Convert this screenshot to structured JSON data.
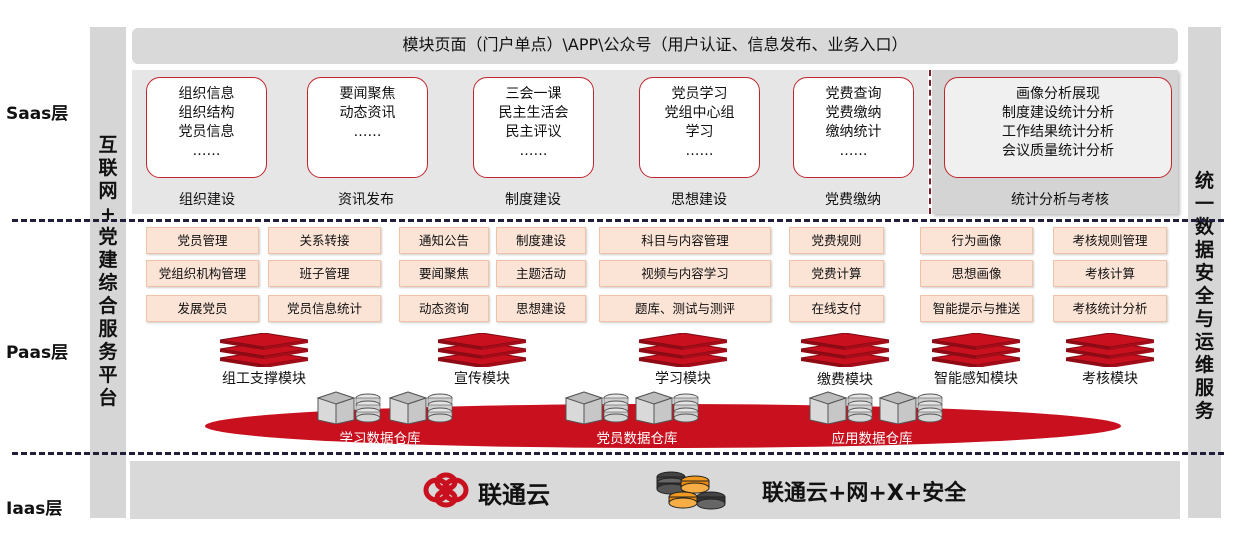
{
  "layers": {
    "saas": "Saas层",
    "paas": "Paas层",
    "iaas": "Iaas层"
  },
  "left_platform": [
    "互",
    "联",
    "网",
    "+",
    "党",
    "建",
    "综",
    "合",
    "服",
    "务",
    "平",
    "台"
  ],
  "right_platform": [
    "统",
    "一",
    "数",
    "据",
    "安",
    "全",
    "与",
    "运",
    "维",
    "服",
    "务"
  ],
  "portal": "模块页面（门户单点）\\APP\\公众号（用户认证、信息发布、业务入口）",
  "saas_groups": [
    {
      "items": [
        "组织信息",
        "组织结构",
        "党员信息",
        "……"
      ],
      "caption": "组织建设"
    },
    {
      "items": [
        "要闻聚焦",
        "动态资讯",
        "……"
      ],
      "caption": "资讯发布"
    },
    {
      "items": [
        "三会一课",
        "民主生活会",
        "民主评议",
        "……"
      ],
      "caption": "制度建设"
    },
    {
      "items": [
        "党员学习",
        "党组中心组",
        "学习",
        "……"
      ],
      "caption": "思想建设"
    },
    {
      "items": [
        "党费查询",
        "党费缴纳",
        "缴纳统计",
        "……"
      ],
      "caption": "党费缴纳"
    }
  ],
  "stats_group": {
    "items": [
      "画像分析展现",
      "制度建设统计分析",
      "工作结果统计分析",
      "会议质量统计分析"
    ],
    "caption": "统计分析与考核"
  },
  "paas_rows": [
    [
      "党员管理",
      "关系转接",
      "通知公告",
      "制度建设",
      "科目与内容管理",
      "党费规则",
      "行为画像",
      "考核规则管理"
    ],
    [
      "党组织机构管理",
      "班子管理",
      "要闻聚焦",
      "主题活动",
      "视频与内容学习",
      "党费计算",
      "思想画像",
      "考核计算"
    ],
    [
      "发展党员",
      "党员信息统计",
      "动态资询",
      "思想建设",
      "题库、测试与测评",
      "在线支付",
      "智能提示与推送",
      "考核统计分析"
    ]
  ],
  "modules": [
    "组工支撑模块",
    "宣传模块",
    "学习模块",
    "缴费模块",
    "智能感知模块",
    "考核模块"
  ],
  "warehouses": [
    "学习数据仓库",
    "党员数据仓库",
    "应用数据仓库"
  ],
  "iaas": {
    "brand": "联通云",
    "slogan": "联通云+网+X+安全"
  },
  "colors": {
    "accent_red": "#c8101e",
    "card_border": "#c0262d",
    "pill_fill": "#fbe3d6",
    "panel_gray": "#d9d9d9"
  },
  "icons": {
    "stack": "layer-stack-icon",
    "database": "database-server-icon",
    "logo": "unicom-cloud-logo-icon",
    "coins": "database-coins-icon"
  }
}
